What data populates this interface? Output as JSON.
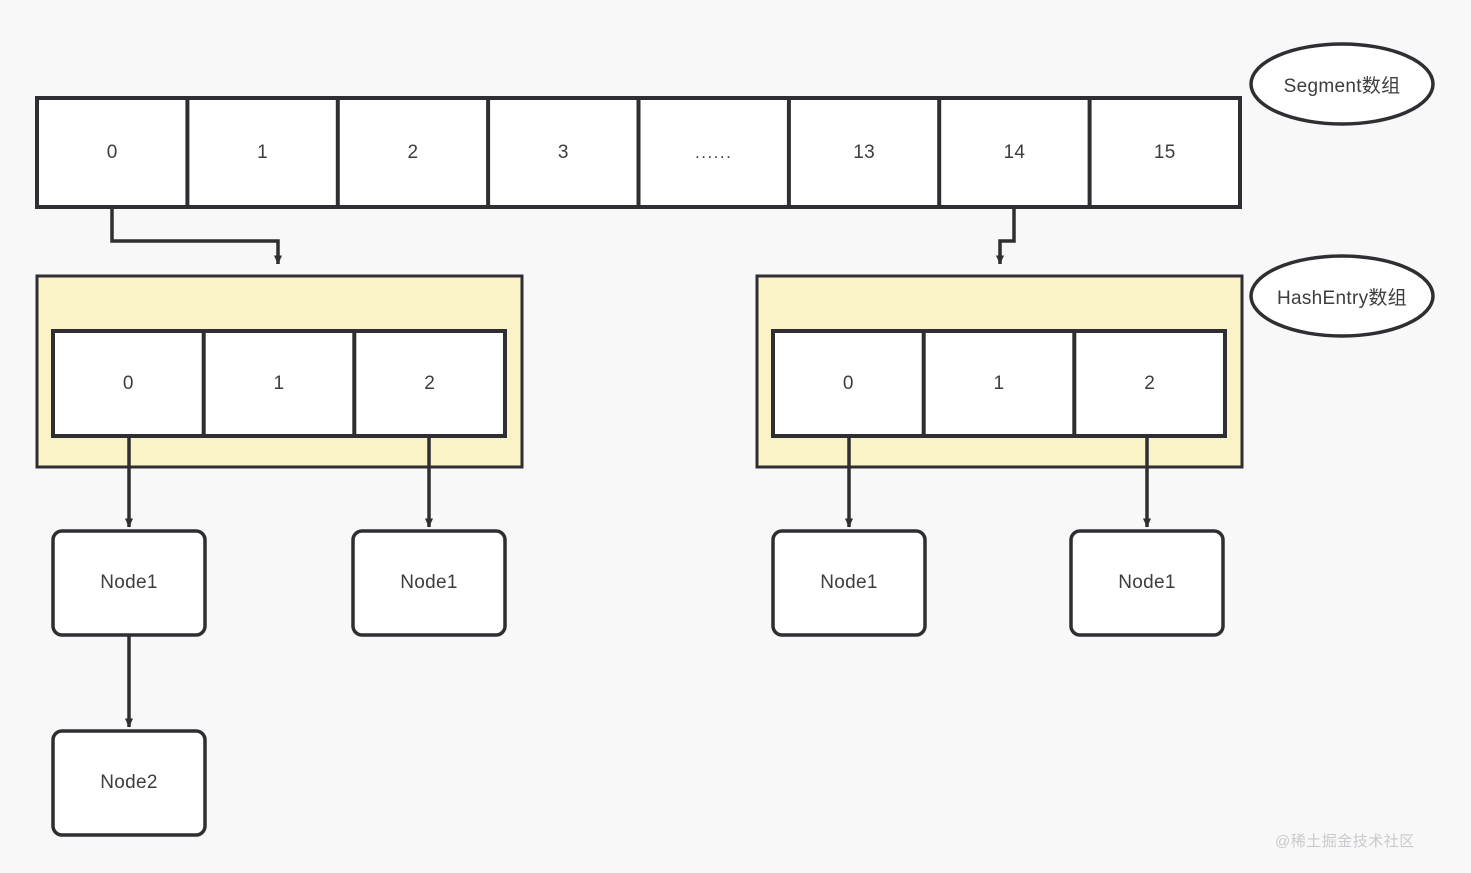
{
  "diagram": {
    "background_color": "#f8f8f9",
    "stroke_color": "#2f2f33",
    "highlight_color": "#faf3c8",
    "text_color": "#3d3d3d",
    "watermark": "@稀土掘金技术社区"
  },
  "segment_array": {
    "label": "Segment数组",
    "cells": [
      {
        "label": "0"
      },
      {
        "label": "1"
      },
      {
        "label": "2"
      },
      {
        "label": "3"
      },
      {
        "label": "......"
      },
      {
        "label": "13"
      },
      {
        "label": "14"
      },
      {
        "label": "15"
      }
    ]
  },
  "hash_entry": {
    "label": "HashEntry数组",
    "arrays": [
      {
        "name": "left-hashentry-array",
        "cells": [
          {
            "label": "0"
          },
          {
            "label": "1"
          },
          {
            "label": "2"
          }
        ],
        "chains": [
          {
            "from_cell": "0",
            "nodes": [
              "Node1",
              "Node2"
            ]
          },
          {
            "from_cell": "2",
            "nodes": [
              "Node1"
            ]
          }
        ]
      },
      {
        "name": "right-hashentry-array",
        "cells": [
          {
            "label": "0"
          },
          {
            "label": "1"
          },
          {
            "label": "2"
          }
        ],
        "chains": [
          {
            "from_cell": "0",
            "nodes": [
              "Node1"
            ]
          },
          {
            "from_cell": "2",
            "nodes": [
              "Node1"
            ]
          }
        ]
      }
    ]
  },
  "nodes": {
    "left_chain_a_1": "Node1",
    "left_chain_a_2": "Node2",
    "left_chain_b_1": "Node1",
    "right_chain_a_1": "Node1",
    "right_chain_b_1": "Node1"
  }
}
